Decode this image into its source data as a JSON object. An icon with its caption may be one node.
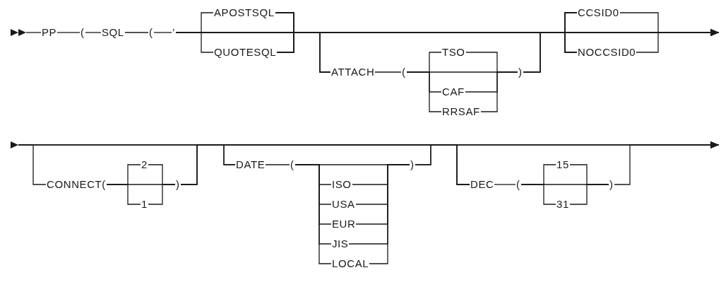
{
  "diagram": {
    "nodes": [
      {
        "text": [
          "PP"
        ]
      },
      {
        "text": [
          "("
        ]
      },
      {
        "text": [
          "SQL"
        ]
      },
      {
        "text": [
          "("
        ]
      },
      {
        "text": [
          "’"
        ]
      },
      {
        "text": [
          "APOSTSQL"
        ]
      },
      {
        "text": [
          "QUOTESQL"
        ]
      },
      {
        "text": [
          "ATTACH"
        ]
      },
      {
        "text": [
          "("
        ]
      },
      {
        "text": [
          "TSO"
        ]
      },
      {
        "text": [
          "CAF"
        ]
      },
      {
        "text": [
          "RRSAF"
        ]
      },
      {
        "text": [
          ")"
        ]
      },
      {
        "text": [
          "CCSID0"
        ]
      },
      {
        "text": [
          "NOCCSID0"
        ]
      },
      {
        "text": [
          "CONNECT("
        ]
      },
      {
        "text": [
          "2"
        ]
      },
      {
        "text": [
          "1"
        ]
      },
      {
        "text": [
          ")"
        ]
      },
      {
        "text": [
          "DATE"
        ]
      },
      {
        "text": [
          "("
        ]
      },
      {
        "text": [
          "ISO"
        ]
      },
      {
        "text": [
          "USA"
        ]
      },
      {
        "text": [
          "EUR"
        ]
      },
      {
        "text": [
          "JIS"
        ]
      },
      {
        "text": [
          "LOCAL"
        ]
      },
      {
        "text": [
          ")"
        ]
      },
      {
        "text": [
          "DEC"
        ]
      },
      {
        "text": [
          "("
        ]
      },
      {
        "text": [
          "15"
        ]
      },
      {
        "text": [
          "31"
        ]
      },
      {
        "text": [
          ")"
        ]
      },
      {
        "text": [],
        "shape": "arrowhead"
      },
      {
        "text": [],
        "shape": "arrowhead"
      }
    ],
    "edges": [
      {
        "from": 32,
        "to": 0,
        "arrow": "none"
      },
      {
        "from": 0,
        "to": 1,
        "arrow": "none"
      },
      {
        "from": 1,
        "to": 2,
        "arrow": "none"
      },
      {
        "from": 2,
        "to": 3,
        "arrow": "none"
      },
      {
        "from": 3,
        "to": 4,
        "arrow": "none"
      },
      {
        "from": 4,
        "to": 5,
        "arrow": "none"
      },
      {
        "from": 4,
        "to": 6,
        "arrow": "none"
      },
      {
        "from": 4,
        "to": 7,
        "arrow": "none"
      },
      {
        "from": 4,
        "to": 13,
        "arrow": "none"
      },
      {
        "from": 4,
        "to": 14,
        "arrow": "none"
      },
      {
        "from": 4,
        "to": null,
        "arrow": "to"
      },
      {
        "from": 5,
        "to": 7,
        "arrow": "none"
      },
      {
        "from": 5,
        "to": 13,
        "arrow": "none"
      },
      {
        "from": 5,
        "to": 14,
        "arrow": "none"
      },
      {
        "from": 5,
        "to": null,
        "arrow": "to"
      },
      {
        "from": 6,
        "to": 7,
        "arrow": "none"
      },
      {
        "from": 6,
        "to": 13,
        "arrow": "none"
      },
      {
        "from": 6,
        "to": 14,
        "arrow": "none"
      },
      {
        "from": 6,
        "to": null,
        "arrow": "to"
      },
      {
        "from": 7,
        "to": 8,
        "arrow": "none"
      },
      {
        "from": 8,
        "to": 9,
        "arrow": "none"
      },
      {
        "from": 8,
        "to": 10,
        "arrow": "none"
      },
      {
        "from": 8,
        "to": 11,
        "arrow": "none"
      },
      {
        "from": 8,
        "to": 12,
        "arrow": "none"
      },
      {
        "from": 9,
        "to": 12,
        "arrow": "none"
      },
      {
        "from": 10,
        "to": 12,
        "arrow": "none"
      },
      {
        "from": 11,
        "to": 12,
        "arrow": "none"
      },
      {
        "from": 12,
        "to": 13,
        "arrow": "none"
      },
      {
        "from": 12,
        "to": 14,
        "arrow": "none"
      },
      {
        "from": 12,
        "to": null,
        "arrow": "to"
      },
      {
        "from": 13,
        "to": null,
        "arrow": "to"
      },
      {
        "from": 14,
        "to": null,
        "arrow": "to"
      },
      {
        "from": 33,
        "to": 15,
        "arrow": "none"
      },
      {
        "from": 33,
        "to": 19,
        "arrow": "none"
      },
      {
        "from": 33,
        "to": 27,
        "arrow": "none"
      },
      {
        "from": 15,
        "to": 16,
        "arrow": "none"
      },
      {
        "from": 15,
        "to": 17,
        "arrow": "none"
      },
      {
        "from": 15,
        "to": 18,
        "arrow": "none"
      },
      {
        "from": 16,
        "to": 18,
        "arrow": "none"
      },
      {
        "from": 17,
        "to": 18,
        "arrow": "none"
      },
      {
        "from": 18,
        "to": 19,
        "arrow": "none"
      },
      {
        "from": 18,
        "to": 27,
        "arrow": "none"
      },
      {
        "from": 18,
        "to": null,
        "arrow": "to"
      },
      {
        "from": 19,
        "to": 20,
        "arrow": "none"
      },
      {
        "from": 20,
        "to": 21,
        "arrow": "none"
      },
      {
        "from": 20,
        "to": 22,
        "arrow": "none"
      },
      {
        "from": 20,
        "to": 23,
        "arrow": "none"
      },
      {
        "from": 20,
        "to": 24,
        "arrow": "none"
      },
      {
        "from": 20,
        "to": 25,
        "arrow": "none"
      },
      {
        "from": 20,
        "to": 26,
        "arrow": "none"
      },
      {
        "from": 21,
        "to": 26,
        "arrow": "none"
      },
      {
        "from": 22,
        "to": 26,
        "arrow": "none"
      },
      {
        "from": 23,
        "to": 26,
        "arrow": "none"
      },
      {
        "from": 24,
        "to": 26,
        "arrow": "none"
      },
      {
        "from": 25,
        "to": 26,
        "arrow": "none"
      },
      {
        "from": 26,
        "to": 27,
        "arrow": "none"
      },
      {
        "from": 26,
        "to": null,
        "arrow": "to"
      },
      {
        "from": 27,
        "to": 28,
        "arrow": "none"
      },
      {
        "from": 28,
        "to": 29,
        "arrow": "none"
      },
      {
        "from": 28,
        "to": 30,
        "arrow": "none"
      },
      {
        "from": 28,
        "to": 31,
        "arrow": "none"
      },
      {
        "from": 29,
        "to": 31,
        "arrow": "none"
      },
      {
        "from": 30,
        "to": 31,
        "arrow": "none"
      },
      {
        "from": 31,
        "to": null,
        "arrow": "to"
      }
    ]
  }
}
